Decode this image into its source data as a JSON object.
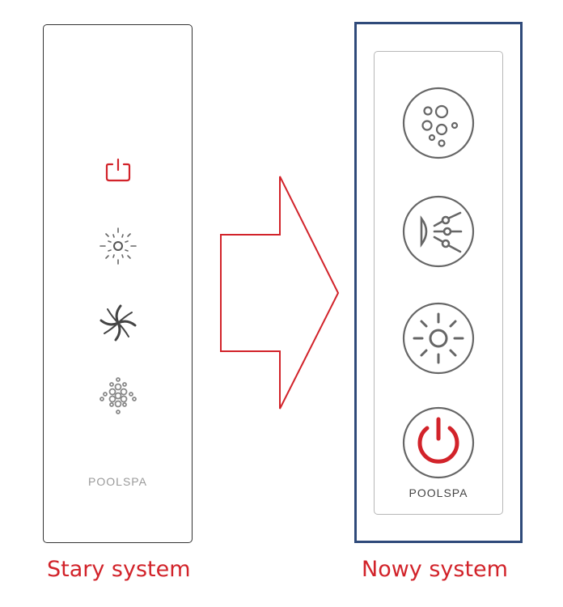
{
  "old_system": {
    "caption": "Stary system",
    "brand": "POOLSPA",
    "buttons": [
      {
        "name": "power",
        "icon": "power-icon",
        "color": "#d2232a"
      },
      {
        "name": "light",
        "icon": "light-icon",
        "color": "#555555"
      },
      {
        "name": "massage",
        "icon": "swirl-massage-icon",
        "color": "#444444"
      },
      {
        "name": "bubbles",
        "icon": "bubbles-icon",
        "color": "#888888"
      }
    ]
  },
  "new_system": {
    "caption": "Nowy system",
    "brand": "POOLSPA",
    "buttons": [
      {
        "name": "bubbles",
        "icon": "bubbles-icon",
        "color": "#666666"
      },
      {
        "name": "jets",
        "icon": "jets-icon",
        "color": "#666666"
      },
      {
        "name": "light",
        "icon": "light-icon",
        "color": "#666666"
      },
      {
        "name": "power",
        "icon": "power-icon",
        "color": "#d2232a"
      }
    ]
  },
  "arrow": {
    "direction": "right",
    "color": "#d2232a"
  },
  "colors": {
    "accent_red": "#d2232a",
    "frame_blue": "#2f4a7a",
    "icon_gray": "#666666"
  }
}
